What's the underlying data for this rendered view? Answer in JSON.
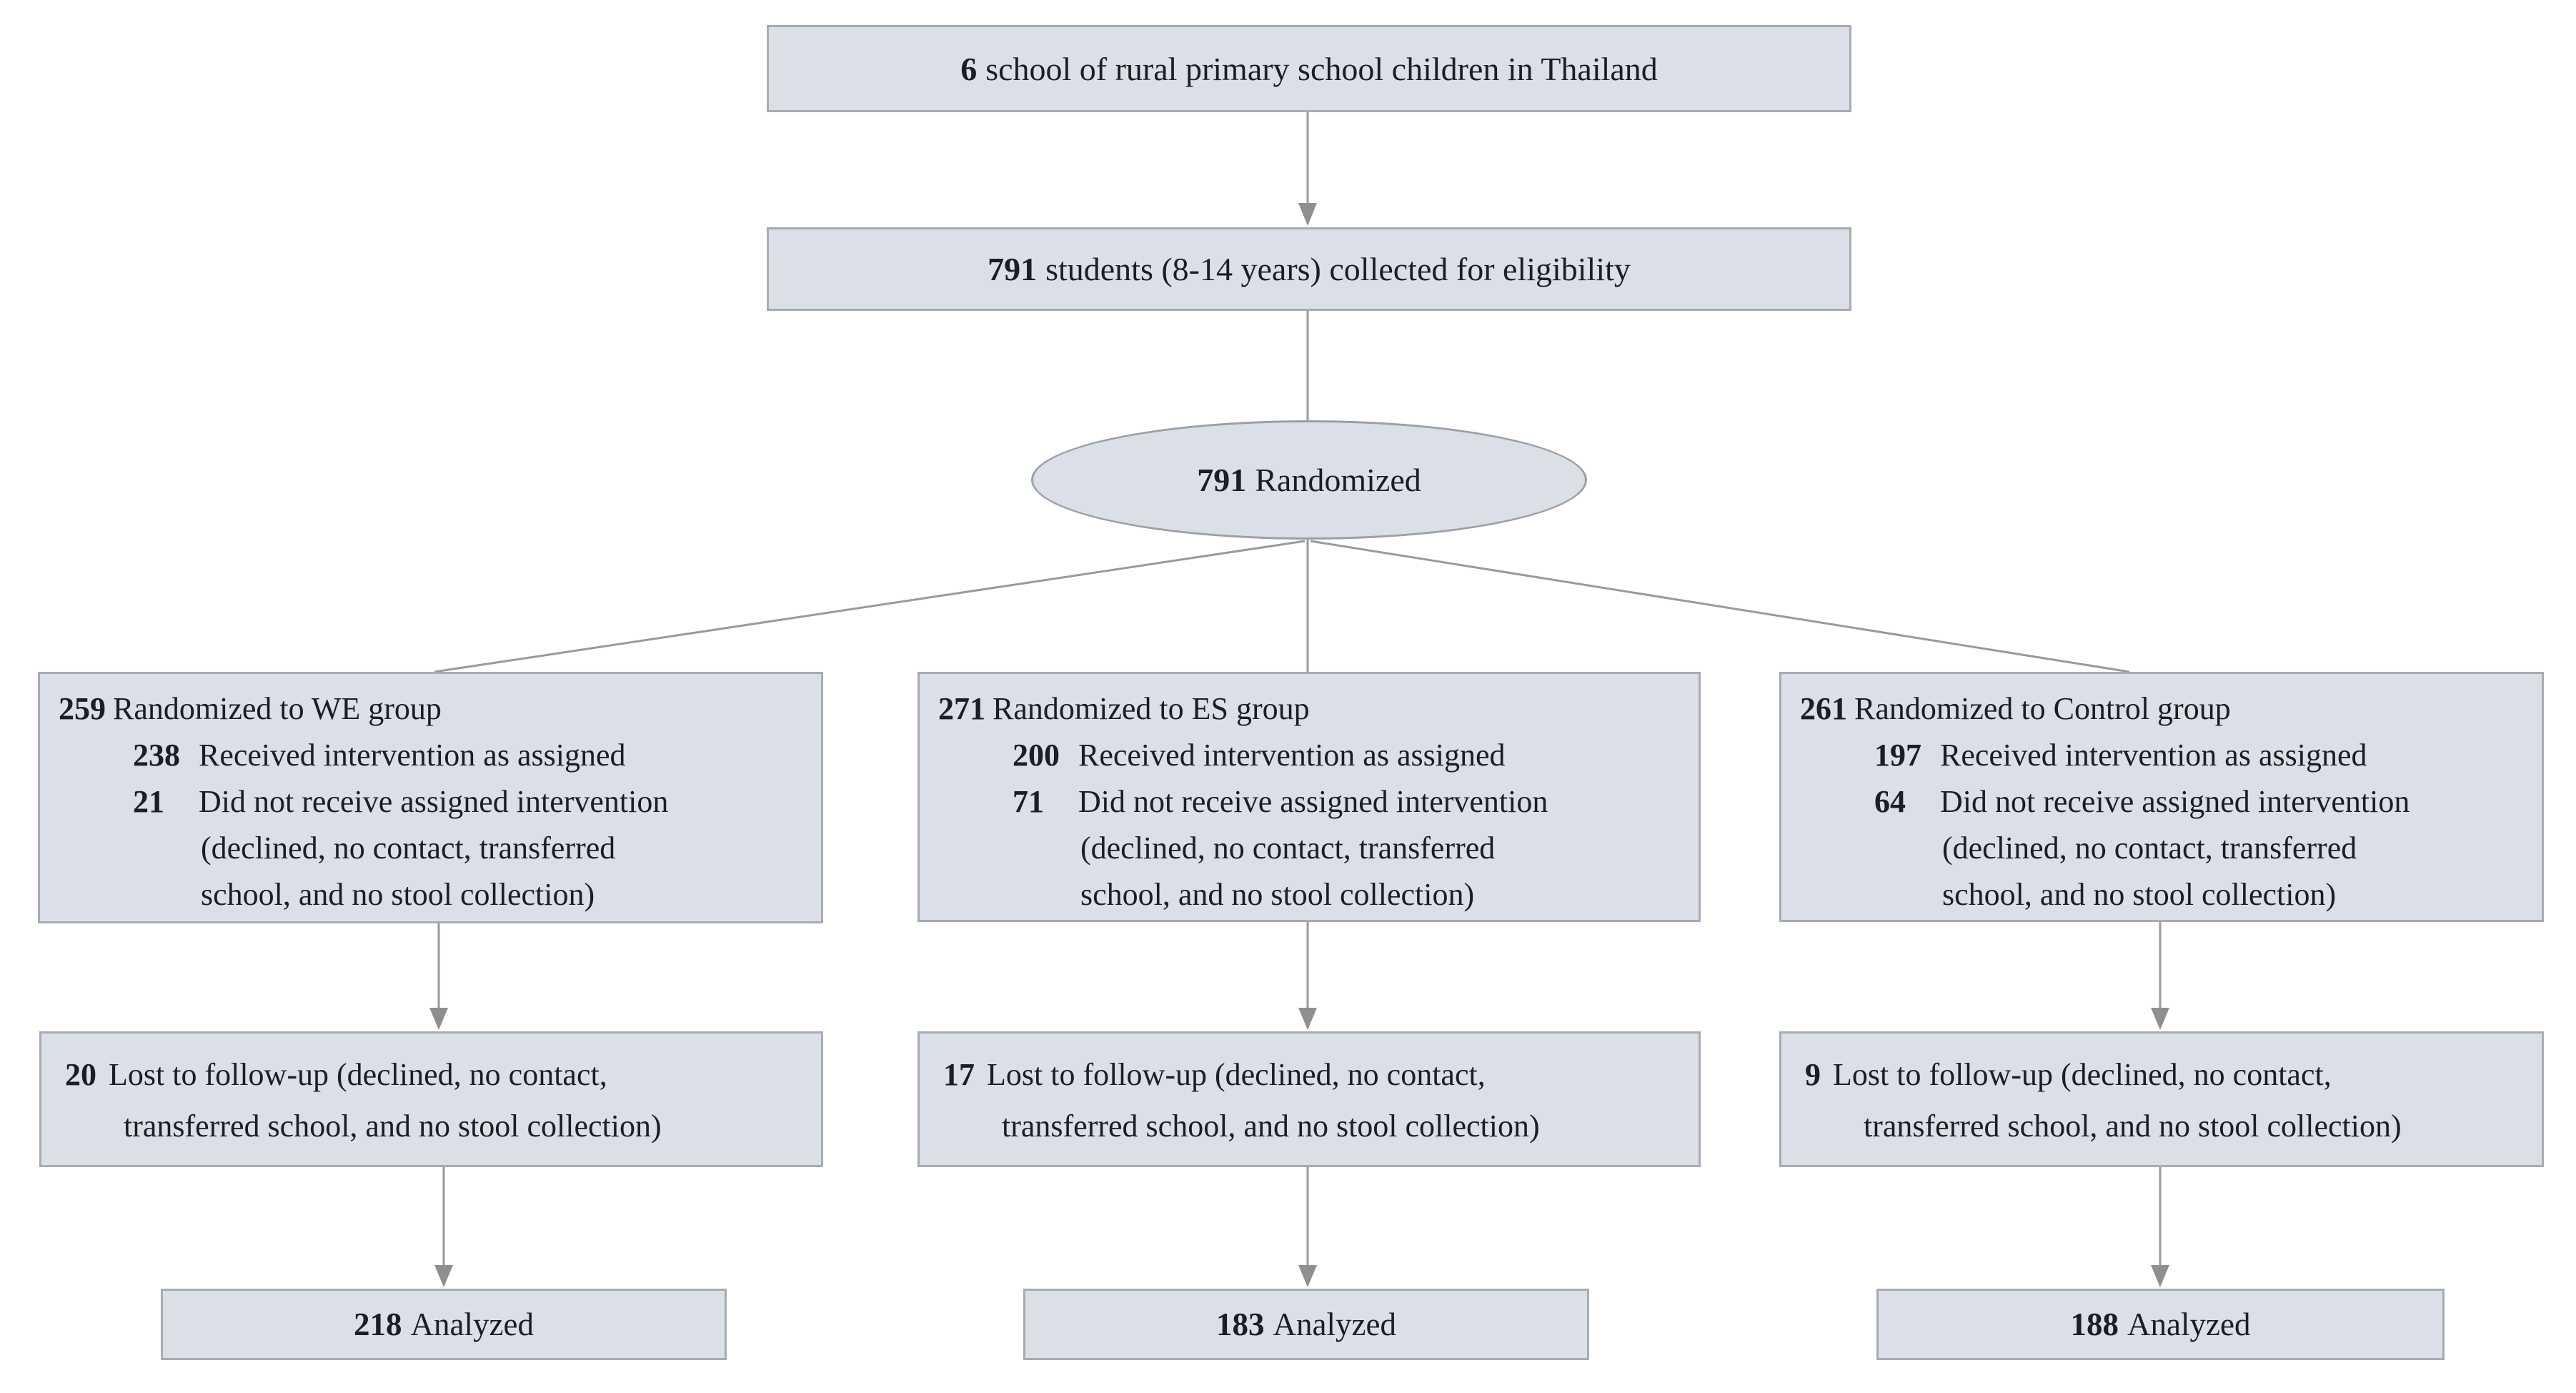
{
  "flow": {
    "enrollment": {
      "num": "6",
      "text": "school of rural primary school children in Thailand"
    },
    "eligibility": {
      "num": "791",
      "text": "students (8-14 years) collected for eligibility"
    },
    "randomized": {
      "num": "791",
      "text": "Randomized"
    },
    "branches": [
      {
        "title": {
          "num": "259",
          "text": "Randomized to WE group"
        },
        "received": {
          "num": "238",
          "text": "Received intervention as assigned"
        },
        "not_received": {
          "num": "21",
          "text": "Did not receive assigned intervention"
        },
        "not_received_cont1": "(declined, no contact, transferred",
        "not_received_cont2": "school, and no stool collection)",
        "lost": {
          "num": "20",
          "line1": "Lost to follow-up (declined, no contact,",
          "line2": "transferred school, and no stool collection)"
        },
        "analyzed": {
          "num": "218",
          "text": "Analyzed"
        }
      },
      {
        "title": {
          "num": "271",
          "text": "Randomized to ES group"
        },
        "received": {
          "num": "200",
          "text": "Received intervention as assigned"
        },
        "not_received": {
          "num": "71",
          "text": "Did not receive assigned intervention"
        },
        "not_received_cont1": "(declined, no contact, transferred",
        "not_received_cont2": "school, and no stool collection)",
        "lost": {
          "num": "17",
          "line1": "Lost to follow-up (declined, no contact,",
          "line2": "transferred school, and no stool collection)"
        },
        "analyzed": {
          "num": "183",
          "text": "Analyzed"
        }
      },
      {
        "title": {
          "num": "261",
          "text": "Randomized to Control group"
        },
        "received": {
          "num": "197",
          "text": "Received intervention as assigned"
        },
        "not_received": {
          "num": "64",
          "text": "Did not receive assigned intervention"
        },
        "not_received_cont1": "(declined, no contact, transferred",
        "not_received_cont2": "school, and no stool collection)",
        "lost": {
          "num": "9",
          "line1": "Lost to follow-up (declined, no contact,",
          "line2": "transferred school, and no stool collection)"
        },
        "analyzed": {
          "num": "188",
          "text": "Analyzed"
        }
      }
    ],
    "colors": {
      "box_fill": "#dbdfe7",
      "box_border": "#a6abb4",
      "connector": "#9a9a9a",
      "text": "#1c1e22",
      "background": "#ffffff"
    }
  }
}
